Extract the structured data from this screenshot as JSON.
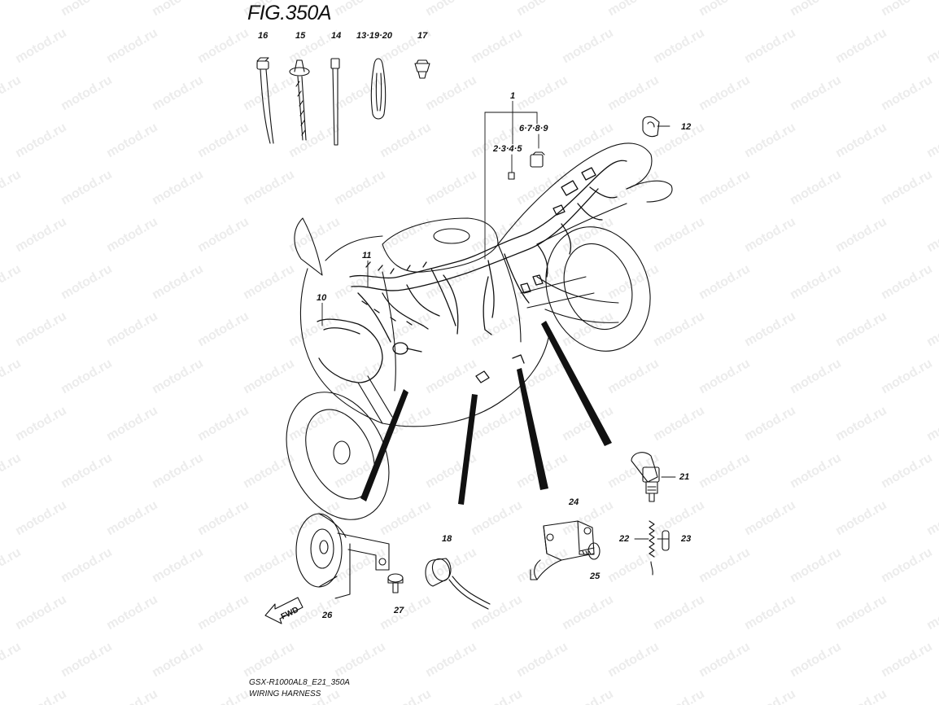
{
  "figure": {
    "title": "FIG.350A"
  },
  "watermark": {
    "text": "motod.ru"
  },
  "callouts": {
    "c1": "1",
    "c2_5": "2·3·4·5",
    "c6_9": "6·7·8·9",
    "c10": "10",
    "c11": "11",
    "c12": "12",
    "c13_20": "13·19·20",
    "c14": "14",
    "c15": "15",
    "c16": "16",
    "c17": "17",
    "c18": "18",
    "c21": "21",
    "c22": "22",
    "c23": "23",
    "c24": "24",
    "c25": "25",
    "c26": "26",
    "c27": "27"
  },
  "fwd_label": "FWD",
  "footer": {
    "model_code": "GSX-R1000AL8_E21_350A",
    "section_name": "WIRING HARNESS"
  }
}
